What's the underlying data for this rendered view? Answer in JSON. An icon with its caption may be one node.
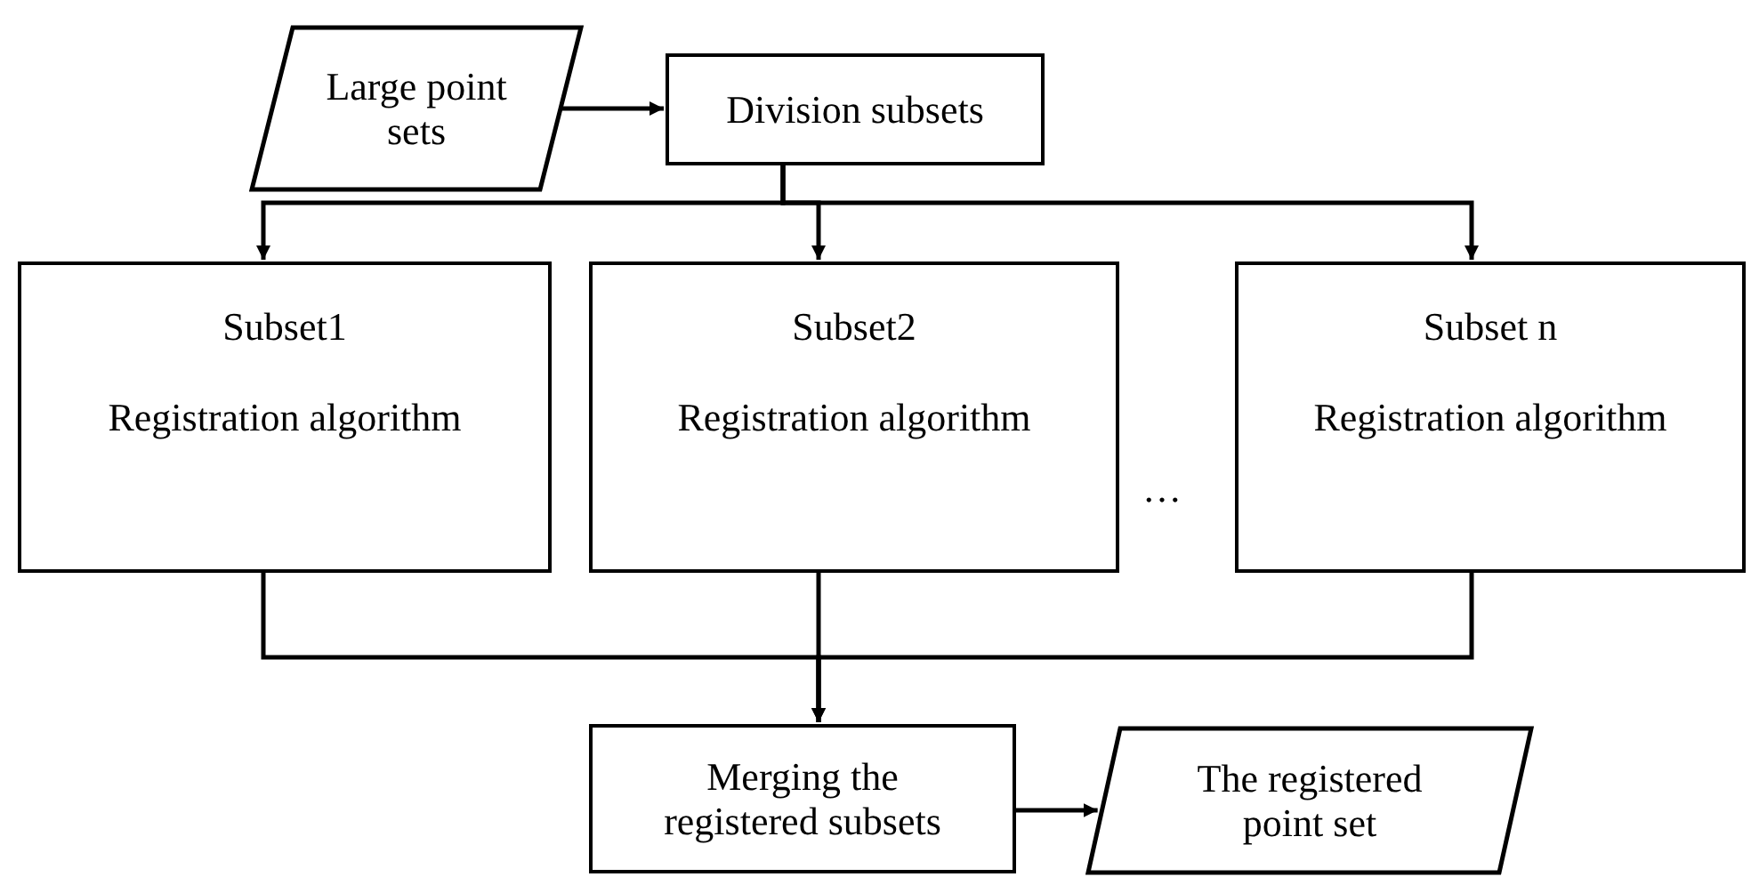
{
  "diagram": {
    "nodes": [
      {
        "text": [
          "Large point sets"
        ]
      },
      {
        "text": [
          "Division subsets"
        ]
      },
      {
        "text": [
          "Subset1",
          "Registration algorithm"
        ]
      },
      {
        "text": [
          "Subset2",
          "Registration algorithm"
        ]
      },
      {
        "text": [
          "Subset n",
          "Registration algorithm"
        ]
      },
      {
        "text": [
          "Merging the registered subsets"
        ]
      },
      {
        "text": [
          "The registered point set"
        ]
      }
    ],
    "edges": [
      {
        "from": 0,
        "to": 1,
        "arrow": "to"
      },
      {
        "from": 1,
        "to": 2,
        "arrow": "to"
      },
      {
        "from": 1,
        "to": 3,
        "arrow": "to"
      },
      {
        "from": 1,
        "to": 4,
        "arrow": "to"
      },
      {
        "from": 2,
        "to": 5,
        "arrow": "to"
      },
      {
        "from": 3,
        "to": 5,
        "arrow": "to"
      },
      {
        "from": 4,
        "to": 5,
        "arrow": "to"
      },
      {
        "from": 5,
        "to": 6,
        "arrow": "to"
      }
    ],
    "labels": [
      "…"
    ]
  }
}
